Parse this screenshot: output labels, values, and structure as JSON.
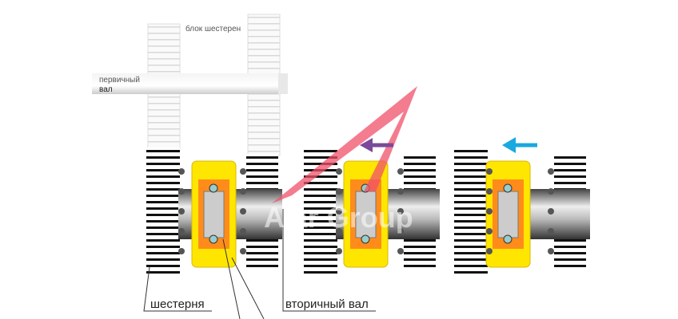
{
  "labels": {
    "gear_block": "блок шестерен",
    "primary_shaft_line1": "первичный",
    "primary_shaft_line2": "вал",
    "gear": "шестерня",
    "secondary_shaft": "вторичный вал"
  },
  "watermark": "A...ar Group",
  "colors": {
    "synchronizer": "#ffe600",
    "collar": "#ff8c1a",
    "arrow_red": "#f0506a",
    "arrow_blue": "#1aa8e0",
    "arrow_purple": "#7a4a9a",
    "gear_teeth": "#111111"
  }
}
